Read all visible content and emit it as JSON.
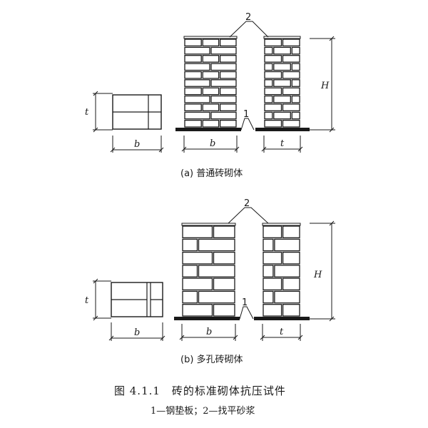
{
  "labels": {
    "thickness": "t",
    "width": "b",
    "height": "H",
    "pad_no": "1",
    "mortar_no": "2"
  },
  "panels": [
    {
      "caption": "(a) 普通砖砌体"
    },
    {
      "caption": "(b) 多孔砖砌体"
    }
  ],
  "figure": {
    "title": "图 4.1.1　砖的标准砌体抗压试件",
    "legend": "1—钢垫板；2—找平砂浆"
  },
  "colors": {
    "ink": "#1a1a1a",
    "plate": "#1a1a1a",
    "paper": "#ffffff"
  }
}
